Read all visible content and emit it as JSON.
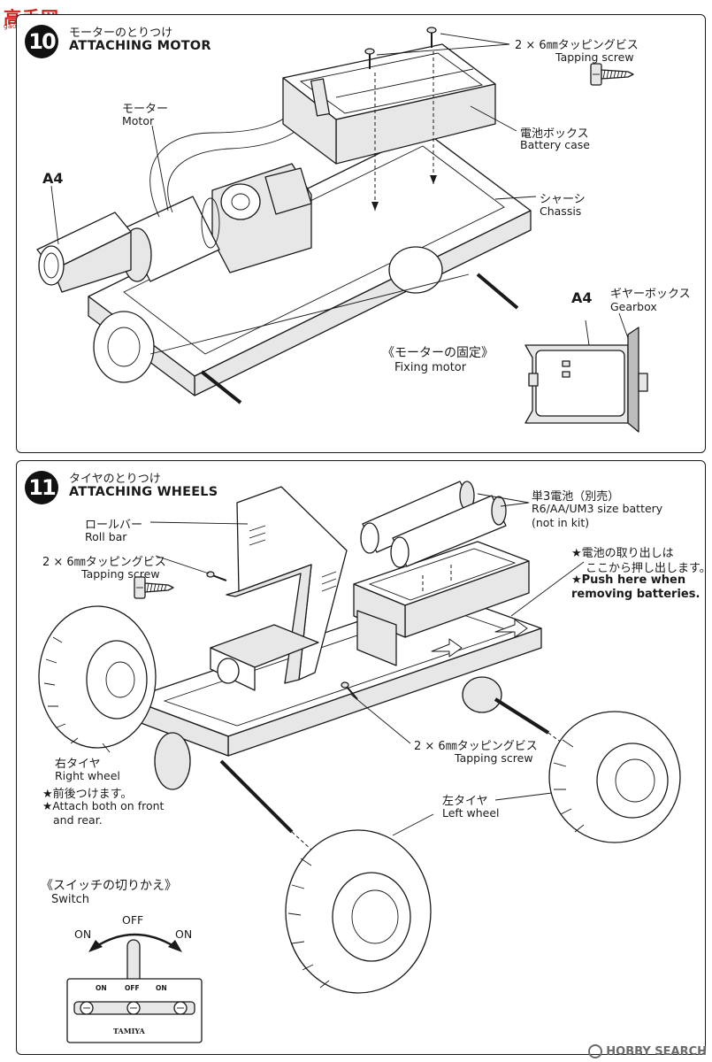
{
  "watermark": {
    "site_logo": "高手网",
    "site_url": "gao-shou.com",
    "bottom_logo": "HOBBY SEARCH"
  },
  "step10": {
    "number": "10",
    "title_jp": "モーターのとりつけ",
    "title_en": "ATTACHING MOTOR",
    "labels": {
      "screw_jp": "2 × 6㎜タッピングビス",
      "screw_en": "Tapping screw",
      "motor_jp": "モーター",
      "motor_en": "Motor",
      "battery_case_jp": "電池ボックス",
      "battery_case_en": "Battery case",
      "chassis_jp": "シャーシ",
      "chassis_en": "Chassis",
      "a4_left": "A4",
      "a4_right": "A4",
      "gearbox_jp": "ギヤーボックス",
      "gearbox_en": "Gearbox",
      "fixing_jp": "《モーターの固定》",
      "fixing_en": "Fixing motor"
    }
  },
  "step11": {
    "number": "11",
    "title_jp": "タイヤのとりつけ",
    "title_en": "ATTACHING WHEELS",
    "labels": {
      "rollbar_jp": "ロールバー",
      "rollbar_en": "Roll bar",
      "screw_jp": "2 × 6㎜タッピングビス",
      "screw_en": "Tapping screw",
      "battery_jp": "単3電池（別売）",
      "battery_en": "R6/AA/UM3 size battery",
      "battery_note": "(not in kit)",
      "push_jp_1": "★電池の取り出しは",
      "push_jp_2": "ここから押し出します。",
      "push_en_1": "★Push here when",
      "push_en_2": "removing batteries.",
      "screw2_jp": "2 × 6㎜タッピングビス",
      "screw2_en": "Tapping screw",
      "right_wheel_jp": "右タイヤ",
      "right_wheel_en": "Right wheel",
      "front_rear_jp": "★前後つけます。",
      "front_rear_en_1": "★Attach both on front",
      "front_rear_en_2": "and rear.",
      "left_wheel_jp": "左タイヤ",
      "left_wheel_en": "Left wheel",
      "switch_jp": "《スイッチの切りかえ》",
      "switch_en": "Switch",
      "on_left": "ON",
      "off": "OFF",
      "on_right": "ON",
      "plate_on_left": "ON",
      "plate_off": "OFF",
      "plate_on_right": "ON",
      "plate_brand": "TAMIYA"
    }
  }
}
